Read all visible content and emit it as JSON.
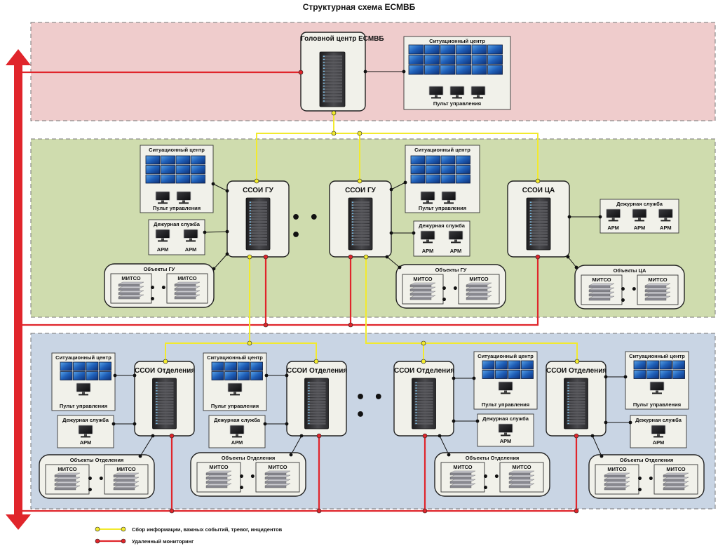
{
  "diagram_title": "Структурная схема ЕСМВБ",
  "head_center": {
    "label": "Головной центр ЕСМВБ"
  },
  "situation_center_label": "Ситуационный центр",
  "control_panel_label": "Пульт управления",
  "duty_service_label": "Дежурная служба",
  "arm_label": "АРМ",
  "mitso_label": "МИТСО",
  "ssoi_gu_label": "ССОИ ГУ",
  "ssoi_ca_label": "ССОИ ЦА",
  "ssoi_dept_label": "ССОИ Отделения",
  "objects_gu_label": "Объекты ГУ",
  "objects_ca_label": "Объекты ЦА",
  "objects_dept_label": "Объекты Отделения",
  "ellipsis": "• • •",
  "ellipsis_small": "• • •",
  "legend": {
    "yellow": "Сбор информации, важных событий, тревог, инцидентов",
    "red": "Удаленный мониторинг"
  },
  "colors": {
    "top_band": "#efcccc",
    "mid_band": "#cfdcae",
    "bottom_band": "#c9d5e4",
    "yellow_line": "#f2ea2e",
    "red_line": "#e0252b",
    "box_fill": "#f1f1ea"
  }
}
